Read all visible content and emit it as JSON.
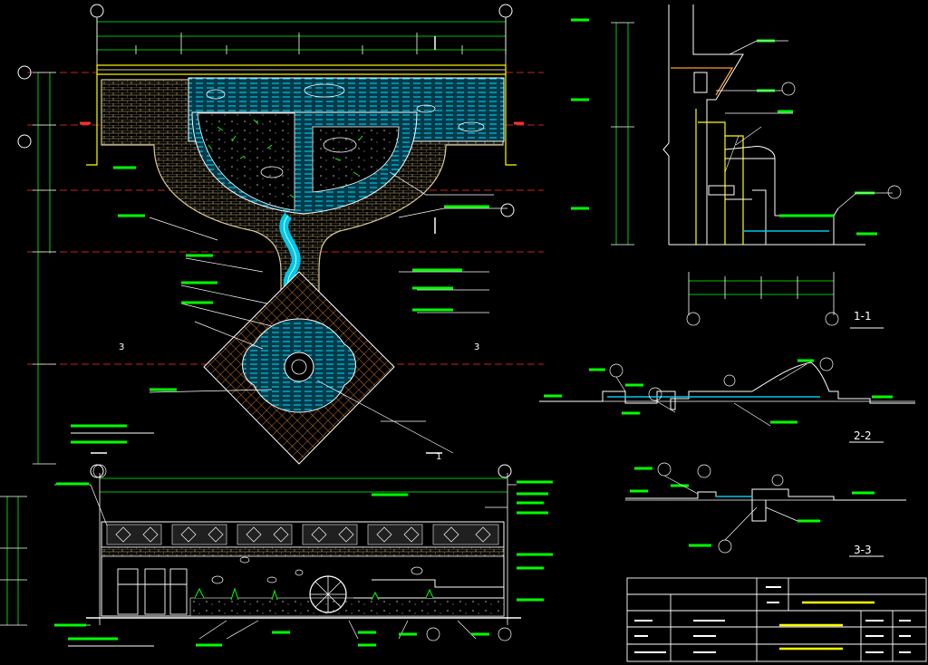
{
  "drawing": {
    "background": "#000000",
    "colors": {
      "outline": "#ffffff",
      "dimension": "#00ff00",
      "paving": "#d8c896",
      "water": "#00c8e6",
      "grid": "#ff3030",
      "brick": "#ff9a3a",
      "rail": "#ffff00"
    }
  },
  "views": {
    "section_1": {
      "label": "1-1"
    },
    "section_2": {
      "label": "2-2"
    },
    "section_3": {
      "label": "3-3"
    }
  },
  "axis_labels": {
    "left": "3",
    "right": "3",
    "bottom": "1"
  },
  "title_block": {
    "rows": 4
  }
}
